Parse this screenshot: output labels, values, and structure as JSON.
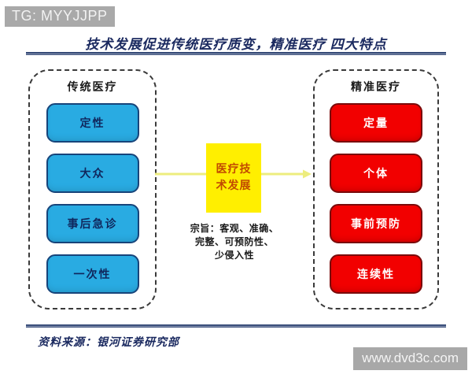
{
  "watermarks": {
    "telegram": "TG: MYYJJPP",
    "site": "www.dvd3c.com"
  },
  "title": "技术发展促进传统医疗质变，精准医疗 四大特点",
  "groups": {
    "left": {
      "title": "传统医疗",
      "items": [
        {
          "label": "定性"
        },
        {
          "label": "大众"
        },
        {
          "label": "事后急诊"
        },
        {
          "label": "一次性"
        }
      ]
    },
    "right": {
      "title": "精准医疗",
      "items": [
        {
          "label": "定量"
        },
        {
          "label": "个体"
        },
        {
          "label": "事前预防"
        },
        {
          "label": "连续性"
        }
      ]
    }
  },
  "center": {
    "line1": "医疗技",
    "line2": "术发展"
  },
  "motto": {
    "line1": "宗旨：客观、准确、",
    "line2": "完整、可预防性、",
    "line3": "少侵入性"
  },
  "source": "资料来源：银河证券研究部",
  "colors": {
    "title_navy": "#1b2a60",
    "blue_fill": "#29abe2",
    "blue_border": "#17447a",
    "red_fill": "#f20000",
    "red_border": "#7a0b0b",
    "yellow_fill": "#ffef00",
    "center_text": "#c24a00",
    "arrow": "#f3f38a",
    "watermark_bg": "#a9a9a9"
  }
}
